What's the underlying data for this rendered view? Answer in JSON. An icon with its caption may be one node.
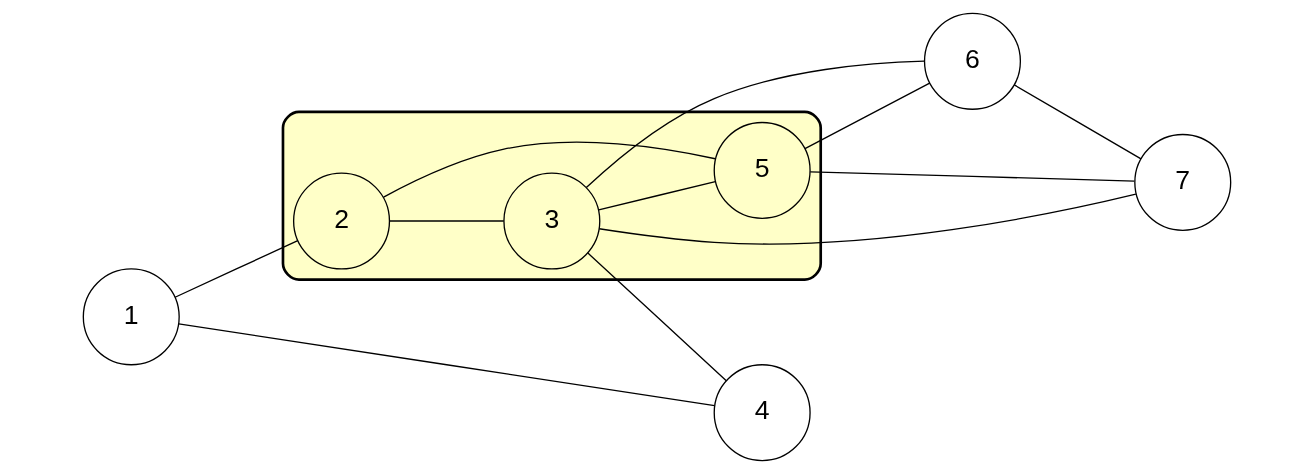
{
  "diagram": {
    "nodes": [
      {
        "text": [],
        "shape": "cloud"
      },
      {
        "text": [
          "1"
        ]
      },
      {
        "text": [
          "2"
        ],
        "in": 0
      },
      {
        "text": [
          "3"
        ],
        "in": 0
      },
      {
        "text": [
          "4"
        ]
      },
      {
        "text": [
          "5"
        ],
        "in": 0
      },
      {
        "text": [
          "6"
        ]
      },
      {
        "text": [
          "7"
        ]
      }
    ],
    "edges": [
      {
        "from": 1,
        "to": 2,
        "arrow": "none"
      },
      {
        "from": 1,
        "to": 4,
        "arrow": "none"
      },
      {
        "from": 2,
        "to": 5,
        "arrow": "none"
      },
      {
        "from": 2,
        "to": 3,
        "arrow": "none"
      },
      {
        "from": 3,
        "to": 5,
        "arrow": "none"
      },
      {
        "from": 3,
        "to": 7,
        "arrow": "none"
      },
      {
        "from": 3,
        "to": 4,
        "arrow": "none"
      },
      {
        "from": 3,
        "to": 6,
        "arrow": "none"
      },
      {
        "from": 5,
        "to": 7,
        "arrow": "none"
      },
      {
        "from": 5,
        "to": 6,
        "arrow": "none"
      },
      {
        "from": 6,
        "to": 7,
        "arrow": "none"
      }
    ]
  }
}
